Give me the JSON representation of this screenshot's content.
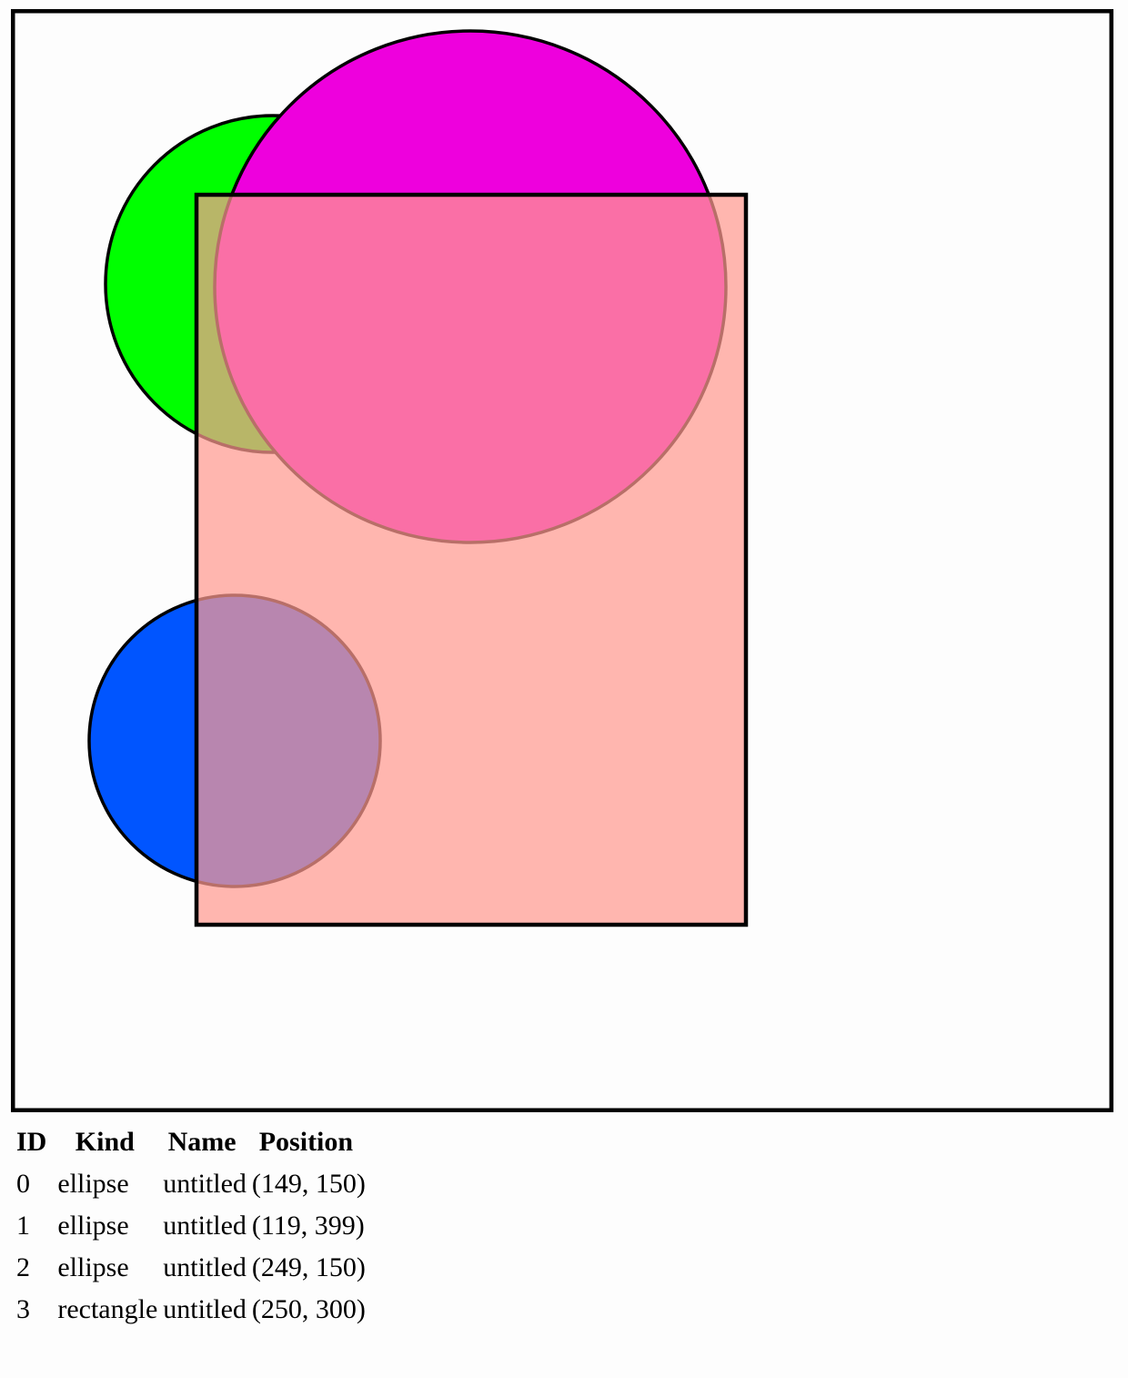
{
  "canvas": {
    "stroke_color": "#000000",
    "background": "#fdfdfd"
  },
  "shapes": [
    {
      "id": "0",
      "kind": "ellipse",
      "name": "untitled",
      "position": "(149, 150)",
      "fill": "#00ff00",
      "opacity": 1.0
    },
    {
      "id": "1",
      "kind": "ellipse",
      "name": "untitled",
      "position": "(119, 399)",
      "fill": "#0055ff",
      "opacity": 1.0
    },
    {
      "id": "2",
      "kind": "ellipse",
      "name": "untitled",
      "position": "(249, 150)",
      "fill": "#ee00dd",
      "opacity": 1.0
    },
    {
      "id": "3",
      "kind": "rectangle",
      "name": "untitled",
      "position": "(250, 300)",
      "fill": "#ff9a90",
      "opacity": 0.72
    }
  ],
  "table": {
    "headers": [
      "ID",
      "Kind",
      "Name",
      "Position"
    ]
  }
}
